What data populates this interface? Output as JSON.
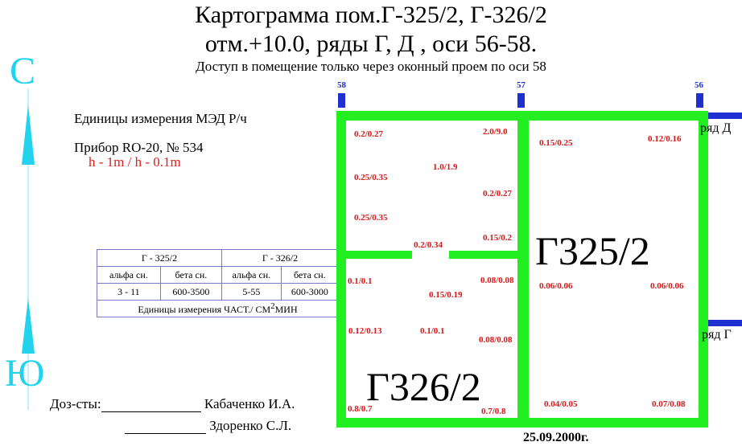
{
  "header": {
    "title": "Картограмма пом.Г-325/2, Г-326/2",
    "subtitle": "отм.+10.0, ряды Г, Д , оси 56-58.",
    "note": "Доступ в помещение только через оконный проем по оси 58"
  },
  "compass": {
    "north": "С",
    "south": "Ю"
  },
  "info": {
    "units": "Единицы измерения МЭД Р/ч",
    "device": "Прибор RO-20, № 534",
    "height": "h - 1m / h - 0.1m"
  },
  "table": {
    "room1": "Г - 325/2",
    "room2": "Г - 326/2",
    "alpha": "альфа сн.",
    "beta": "бета сн.",
    "r1_alpha": "3 - 11",
    "r1_beta": "600-3500",
    "r2_alpha": "5-55",
    "r2_beta": "600-3000",
    "units_prefix": "Единицы измерения ЧАСТ./ СМ",
    "units_exp": "2",
    "units_suffix": "МИН"
  },
  "axes": {
    "a58": "58",
    "a57": "57",
    "a56": "56",
    "rowD": "ряд Д",
    "rowG": "ряд Г"
  },
  "rooms": {
    "r325": "Г325/2",
    "r326": "Г326/2"
  },
  "measurements": [
    "0.2/0.27",
    "2.0/9.0",
    "1.0/1.9",
    "0.25/0.35",
    "0.2/0.27",
    "0.25/0.35",
    "0.2/0.34",
    "0.15/0.2",
    "0.1/0.1",
    "0.15/0.19",
    "0.08/0.08",
    "0.12/0.13",
    "0.1/0.1",
    "0.08/0.08",
    "0.8/0.7",
    "0.7/0.8",
    "0.15/0.25",
    "0.12/0.16",
    "0.06/0.06",
    "0.06/0.06",
    "0.04/0.05",
    "0.07/0.08"
  ],
  "signatures": {
    "label": "Доз-сты:",
    "person1": "Кабаченко И.А.",
    "person2": "Здоренко С.Л."
  },
  "date": "25.09.2000г.",
  "colors": {
    "wall": "#22ee22",
    "axis_marker": "#1f2fd0",
    "compass": "#22d3ee",
    "measure": "#d41a1a"
  }
}
